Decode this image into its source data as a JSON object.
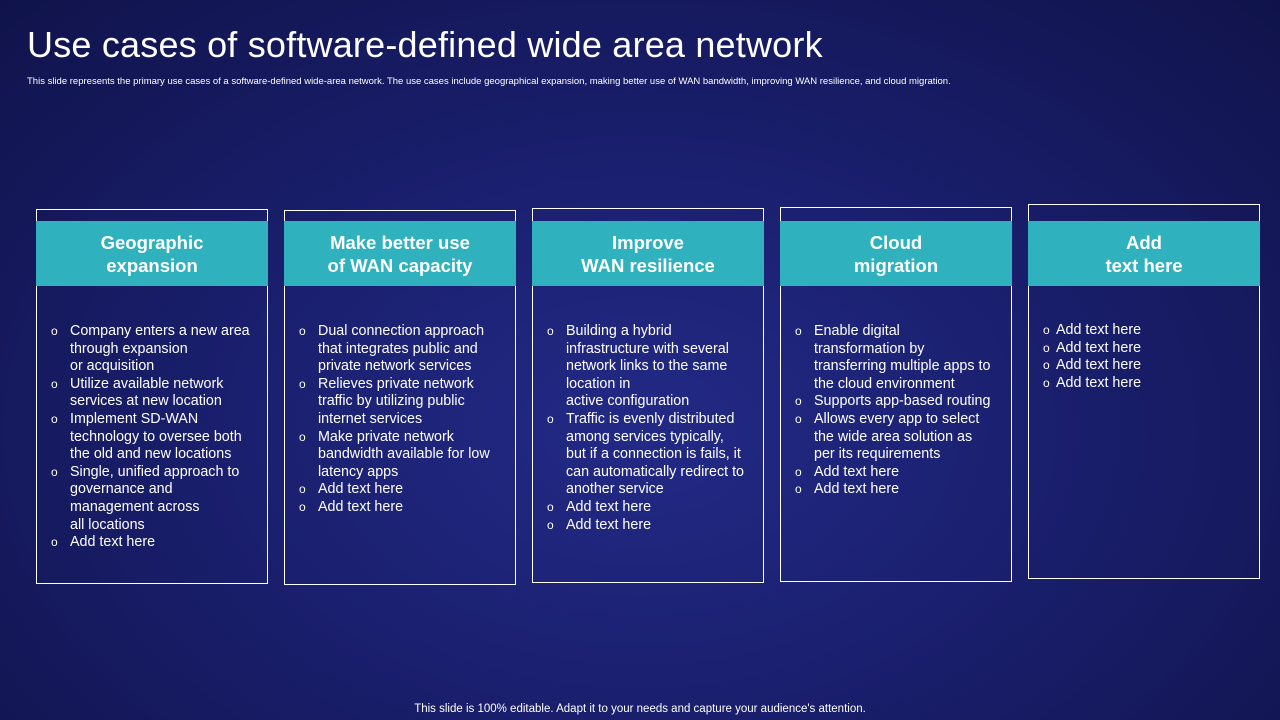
{
  "slide": {
    "title": "Use cases of software-defined wide area network",
    "subtitle": "This slide represents the primary use cases of a software-defined wide-area network. The use cases include geographical expansion, making better use of WAN bandwidth, improving WAN resilience, and cloud migration.",
    "footer": "This slide is 100% editable. Adapt it to your needs and capture your audience's attention."
  },
  "cards": [
    {
      "heading": "Geographic\nexpansion",
      "bullets": [
        "Company enters a new area\nthrough expansion\nor acquisition",
        "Utilize available network\nservices at new location",
        "Implement SD-WAN\ntechnology to oversee both\nthe old and new locations",
        "Single, unified approach to\ngovernance and\nmanagement across\nall locations",
        "Add text here"
      ]
    },
    {
      "heading": "Make better use\nof WAN capacity",
      "bullets": [
        "Dual connection approach\nthat integrates public and\nprivate network services",
        "Relieves private network\ntraffic by utilizing public\ninternet services",
        "Make private network\nbandwidth available for low\nlatency apps",
        "Add text here",
        "Add text here"
      ]
    },
    {
      "heading": "Improve\nWAN resilience",
      "bullets": [
        "Building a hybrid\ninfrastructure with several\nnetwork links to the same\nlocation in\nactive configuration",
        "Traffic is evenly distributed\namong services typically,\nbut if a connection is fails, it\ncan automatically redirect to\nanother service",
        "Add text here",
        "Add text here"
      ]
    },
    {
      "heading": "Cloud\nmigration",
      "bullets": [
        "Enable digital\ntransformation by\ntransferring multiple apps to\nthe cloud environment",
        "Supports app-based routing",
        "Allows every app to select\nthe wide area solution as\nper its requirements",
        "Add text here",
        "Add text here"
      ]
    },
    {
      "heading": "Add\ntext here",
      "bullets": [
        "Add text here",
        "Add text here",
        "Add text here",
        "Add text here"
      ]
    }
  ]
}
